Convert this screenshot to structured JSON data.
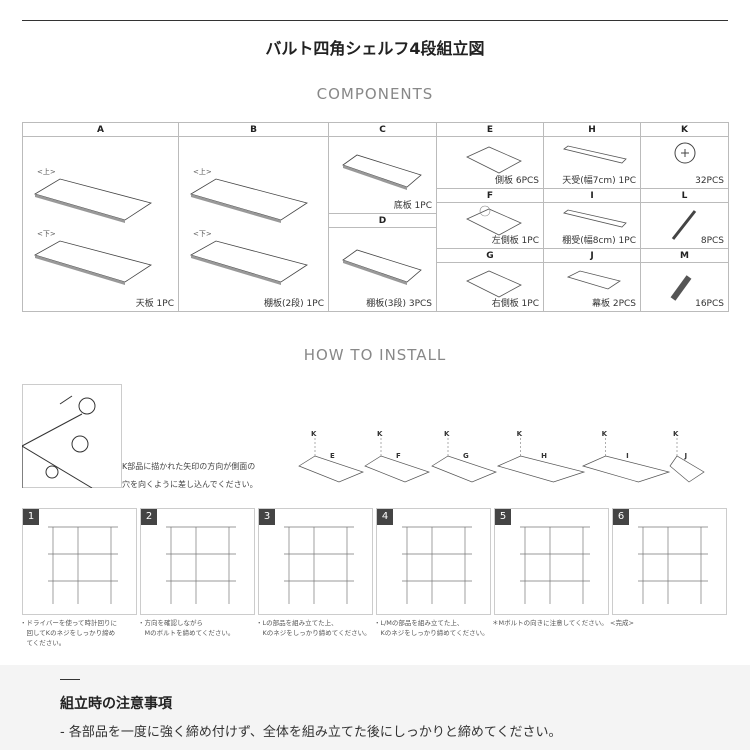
{
  "title": "バルト四角シェルフ4段組立図",
  "components": {
    "heading": "COMPONENTS",
    "tag_top": "<上>",
    "tag_bottom": "<下>",
    "parts": [
      {
        "id": "A",
        "label": "天板 1PC"
      },
      {
        "id": "B",
        "label": "棚板(2段) 1PC"
      },
      {
        "id": "C",
        "label": "底板 1PC"
      },
      {
        "id": "D",
        "label": "棚板(3段) 3PCS"
      },
      {
        "id": "E",
        "label": "側板 6PCS"
      },
      {
        "id": "F",
        "label": "左側板 1PC"
      },
      {
        "id": "G",
        "label": "右側板 1PC"
      },
      {
        "id": "H",
        "label": "天受(幅7cm) 1PC"
      },
      {
        "id": "I",
        "label": "棚受(幅8cm) 1PC"
      },
      {
        "id": "J",
        "label": "幕板 2PCS"
      },
      {
        "id": "K",
        "label": "32PCS"
      },
      {
        "id": "L",
        "label": "8PCS"
      },
      {
        "id": "M",
        "label": "16PCS"
      }
    ]
  },
  "install": {
    "heading": "HOW TO INSTALL",
    "note_line1": "K部品に描かれた矢印の方向が側面の",
    "note_line2": "穴を向くように差し込んでください。",
    "parts_row": [
      "E",
      "F",
      "G",
      "H",
      "I",
      "J"
    ],
    "k_label": "K",
    "steps": [
      {
        "num": "1",
        "caption": "・ドライバーを使って時計回りに\n　回してKのネジをしっかり締め\n　てください。"
      },
      {
        "num": "2",
        "caption": "・方向を確認しながら\n　Mのボルトを締めてください。"
      },
      {
        "num": "3",
        "caption": "・Lの部品を組み立てた上、\n　Kのネジをしっかり締めてください。"
      },
      {
        "num": "4",
        "caption": "・L/Mの部品を組み立てた上、\n　Kのネジをしっかり締めてください。"
      },
      {
        "num": "5",
        "caption": "＊Mボルトの向きに注意してください。"
      },
      {
        "num": "6",
        "caption": "<完成>"
      }
    ]
  },
  "footer": {
    "heading": "組立時の注意事項",
    "text": "- 各部品を一度に強く締め付けず、全体を組み立てた後にしっかりと締めてください。"
  }
}
